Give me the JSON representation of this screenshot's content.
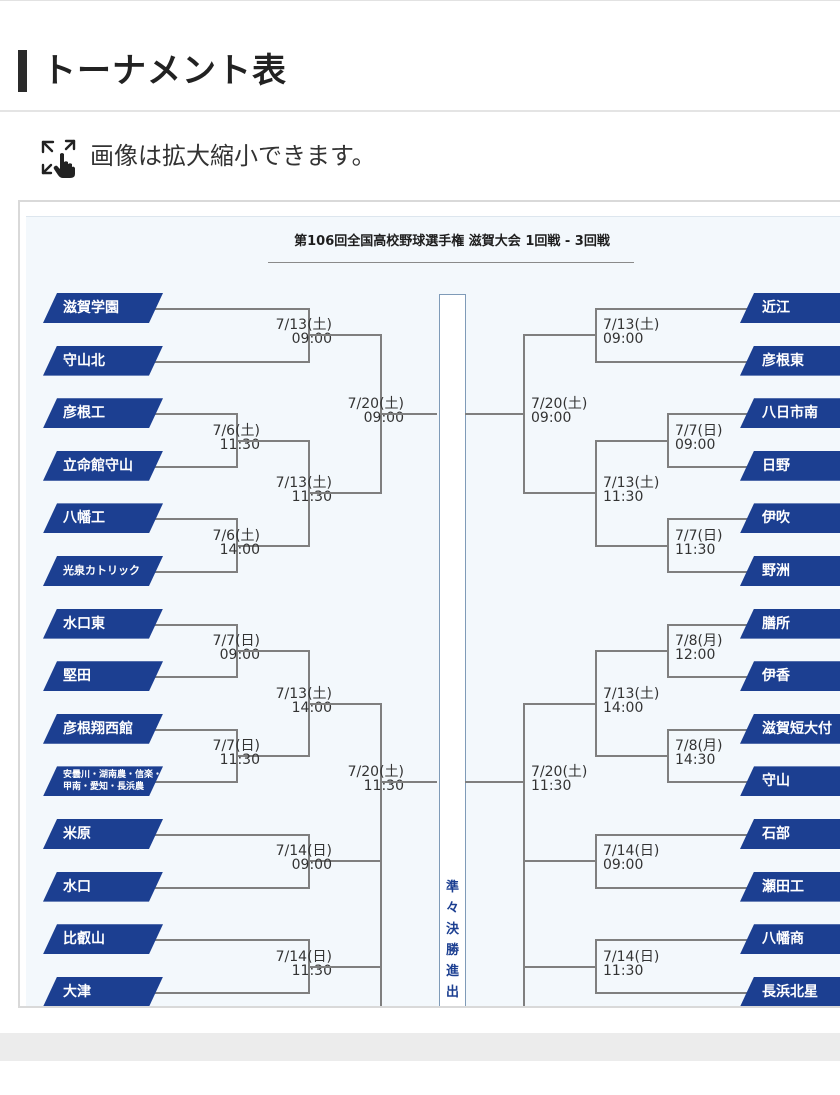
{
  "page": {
    "title": "トーナメント表",
    "hint": "画像は拡大縮小できます。",
    "hint_icon": "expand-touch-icon"
  },
  "bracket": {
    "title": "第106回全国高校野球選手権 滋賀大会 1回戦 - 3回戦",
    "center_label": "準々決勝進出",
    "team_color": "#1c3f91",
    "left_teams": [
      "滋賀学園",
      "守山北",
      "彦根工",
      "立命館守山",
      "八幡工",
      "光泉カトリック",
      "水口東",
      "堅田",
      "彦根翔西館",
      "安曇川・湖南農・信楽・甲南・愛知・長浜農",
      "米原",
      "水口",
      "比叡山",
      "大津"
    ],
    "right_teams": [
      "近江",
      "彦根東",
      "八日市南",
      "日野",
      "伊吹",
      "野洲",
      "膳所",
      "伊香",
      "滋賀短大付",
      "守山",
      "石部",
      "瀬田工",
      "八幡商",
      "長浜北星"
    ],
    "left_dates": [
      {
        "d": "7/13(土)",
        "t": "09:00"
      },
      {
        "d": "7/6(土)",
        "t": "11:30"
      },
      {
        "d": "7/13(土)",
        "t": "11:30"
      },
      {
        "d": "7/6(土)",
        "t": "14:00"
      },
      {
        "d": "7/20(土)",
        "t": "09:00"
      },
      {
        "d": "7/7(日)",
        "t": "09:00"
      },
      {
        "d": "7/13(土)",
        "t": "14:00"
      },
      {
        "d": "7/7(日)",
        "t": "11:30"
      },
      {
        "d": "7/20(土)",
        "t": "11:30"
      },
      {
        "d": "7/14(日)",
        "t": "09:00"
      },
      {
        "d": "7/14(日)",
        "t": "11:30"
      }
    ],
    "right_dates": [
      {
        "d": "7/13(土)",
        "t": "09:00"
      },
      {
        "d": "7/7(日)",
        "t": "09:00"
      },
      {
        "d": "7/13(土)",
        "t": "11:30"
      },
      {
        "d": "7/7(日)",
        "t": "11:30"
      },
      {
        "d": "7/20(土)",
        "t": "09:00"
      },
      {
        "d": "7/8(月)",
        "t": "12:00"
      },
      {
        "d": "7/13(土)",
        "t": "14:00"
      },
      {
        "d": "7/8(月)",
        "t": "14:30"
      },
      {
        "d": "7/20(土)",
        "t": "11:30"
      },
      {
        "d": "7/14(日)",
        "t": "09:00"
      },
      {
        "d": "7/14(日)",
        "t": "11:30"
      }
    ]
  }
}
